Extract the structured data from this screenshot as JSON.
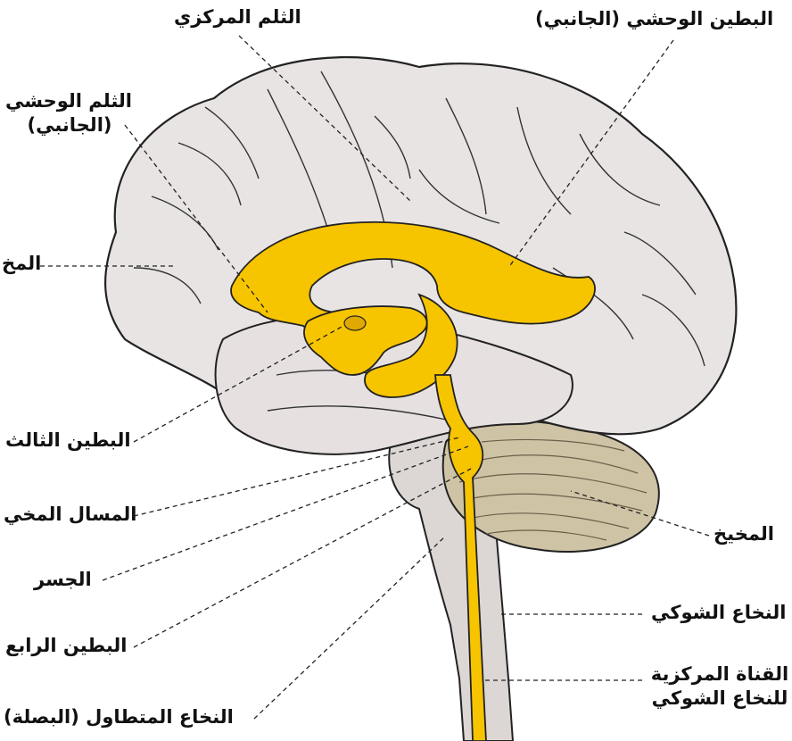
{
  "labels": {
    "thalamus_central": "الثلم المركزي",
    "lateral_ventricle": "البطين الوحشي (الجانبي)",
    "lateral_sulcus_line1": "الثلم الوحشي",
    "lateral_sulcus_line2": "(الجانبي)",
    "cerebrum": "المخ",
    "third_ventricle": "البطين الثالث",
    "cerebral_aqueduct": "المسال المخي",
    "pons": "الجسر",
    "fourth_ventricle": "البطين الرابع",
    "medulla": "النخاع المتطاول (البصلة)",
    "cerebellum": "المخيخ",
    "spinal_cord": "النخاع الشوكي",
    "central_canal_line1": "القناة المركزية",
    "central_canal_line2": "للنخاع الشوكي"
  },
  "colors": {
    "brain": "#e8e4e3",
    "brain_shadow": "#d8d2d0",
    "ventricle": "#f7c400",
    "cerebellum": "#cfc3a6",
    "stem": "#dcd7d5",
    "outline": "#222222"
  }
}
